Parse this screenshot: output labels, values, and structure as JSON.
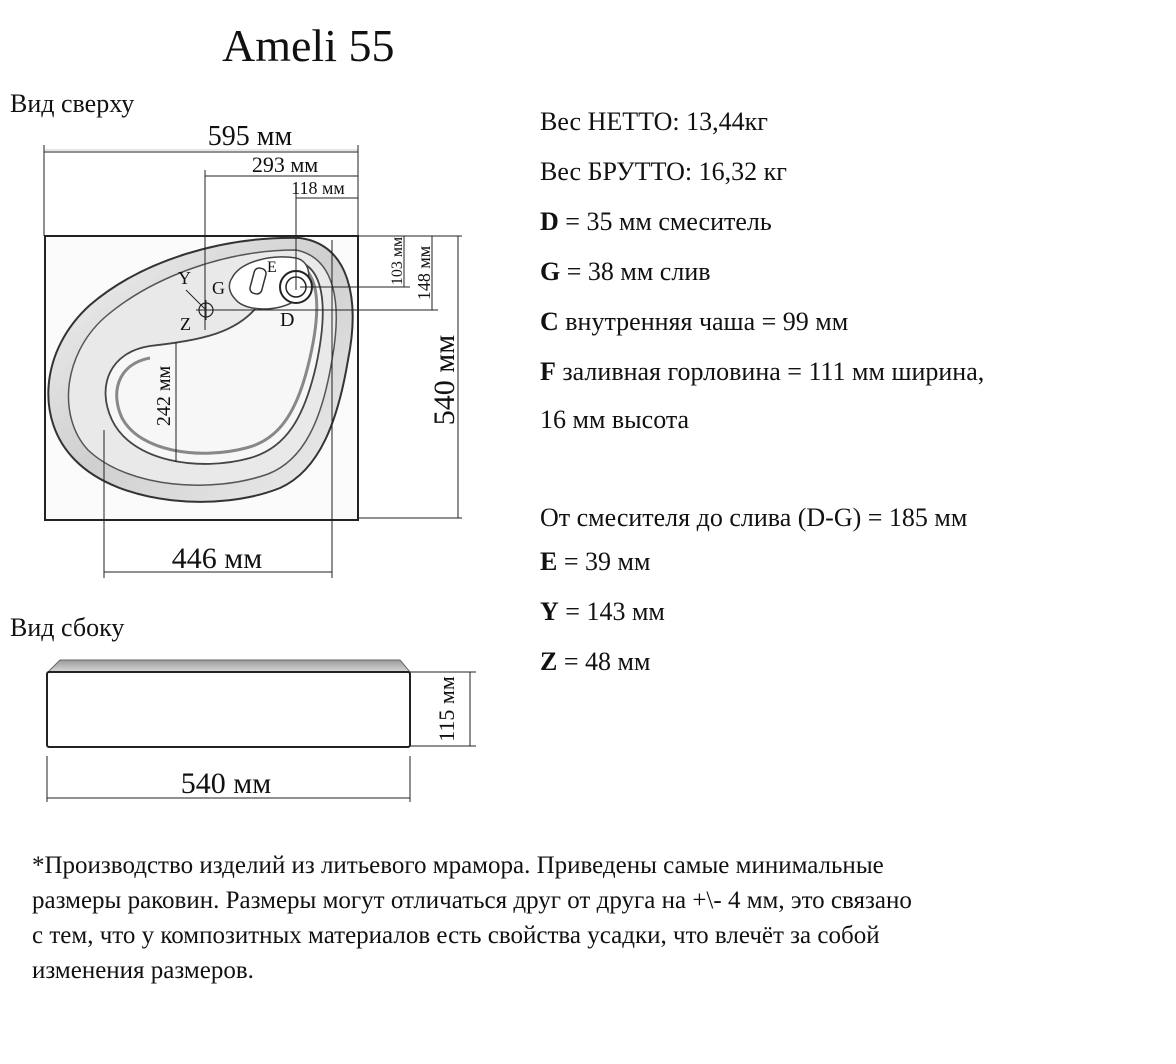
{
  "title": "Ameli 55",
  "views": {
    "top_label": "Вид сверху",
    "side_label": "Вид сбоку"
  },
  "dimensions": {
    "width_595": "595 мм",
    "d_293": "293 мм",
    "d_118": "118 мм",
    "d_103": "103 мм",
    "d_148": "148 мм",
    "depth_540": "540 мм",
    "d_242": "242 мм",
    "bowl_446": "446 мм",
    "height_115": "115 мм",
    "side_540": "540 мм"
  },
  "point_labels": {
    "y": "Y",
    "g": "G",
    "z": "Z",
    "e": "E",
    "d": "D"
  },
  "specs": [
    {
      "key": "",
      "text": "Вес НЕТТО: 13,44кг"
    },
    {
      "key": "",
      "text": "Вес БРУТТО: 16,32 кг"
    },
    {
      "key": "D",
      "text": " = 35 мм смеситель"
    },
    {
      "key": "G",
      "text": " = 38 мм слив"
    },
    {
      "key": "C",
      "text": " внутренняя чаша = 99 мм"
    },
    {
      "key": "F",
      "text": " заливная горловина = 111 мм ширина,"
    },
    {
      "key": "",
      "text": "16 мм высота"
    },
    {
      "key": "",
      "text": "От смесителя до слива (D-G) = 185 мм"
    },
    {
      "key": "E",
      "text": " = 39 мм"
    },
    {
      "key": "Y",
      "text": " = 143 мм"
    },
    {
      "key": "Z",
      "text": " = 48 мм"
    }
  ],
  "footnote": "*Производство изделий из литьевого мрамора. Приведены самые минимальные размеры раковин. Размеры могут отличаться друг от друга на +\\- 4 мм, это связано с тем, что у композитных материалов есть свойства усадки, что влечёт за собой изменения размеров."
}
